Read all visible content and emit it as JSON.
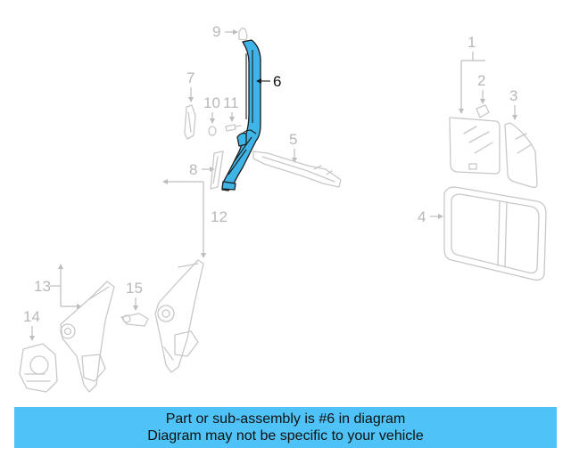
{
  "diagram": {
    "callouts": {
      "c1": "1",
      "c2": "2",
      "c3": "3",
      "c4": "4",
      "c5": "5",
      "c6": "6",
      "c7": "7",
      "c8": "8",
      "c9": "9",
      "c10": "10",
      "c11": "11",
      "c12": "12",
      "c13": "13",
      "c14": "14",
      "c15": "15"
    },
    "highlighted_part": "6",
    "colors": {
      "highlight": "#3fb4e6",
      "footer": "#4fc3f7",
      "callout": "#b8b8b8"
    }
  },
  "footer": {
    "line1": "Part or sub-assembly is #6 in diagram",
    "line2": "Diagram may not be specific to your vehicle"
  }
}
